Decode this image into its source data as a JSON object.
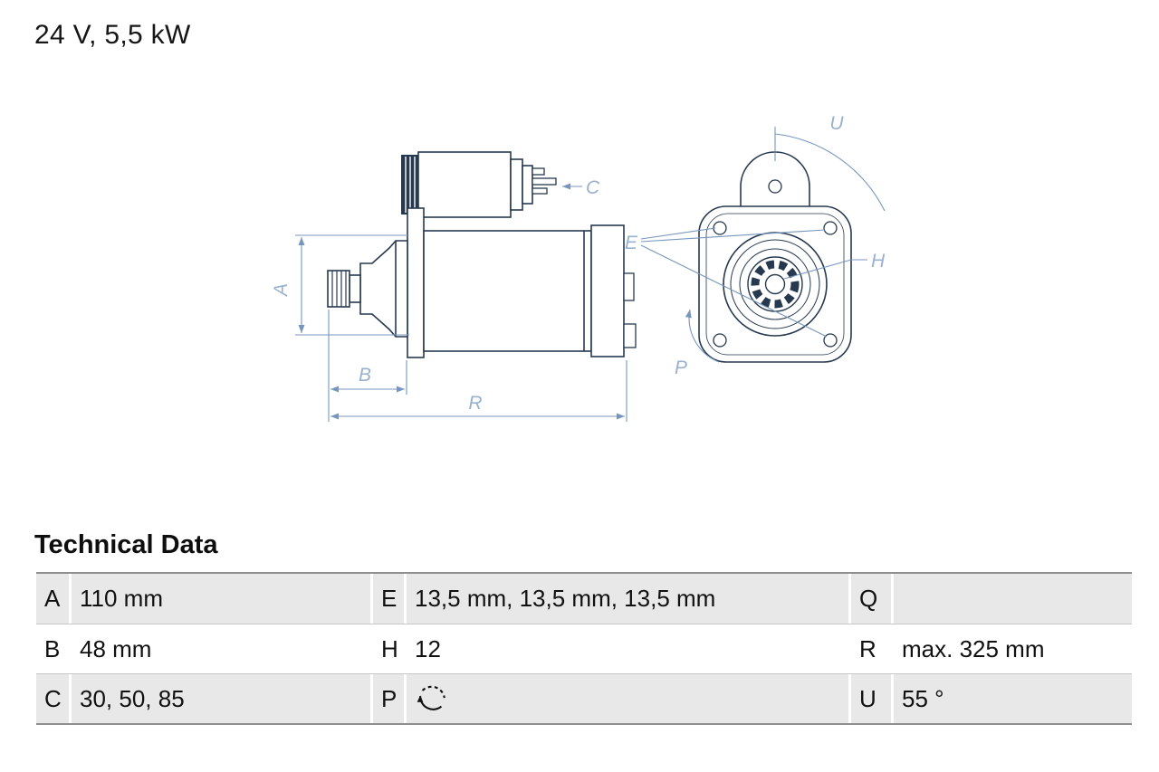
{
  "title": "24 V, 5,5 kW",
  "section": {
    "heading": "Technical Data"
  },
  "diagram": {
    "labels": {
      "A": "A",
      "B": "B",
      "C": "C",
      "E": "E",
      "H": "H",
      "P": "P",
      "R": "R",
      "U": "U"
    }
  },
  "table": {
    "rows": [
      {
        "k1": "A",
        "v1": "110 mm",
        "k2": "E",
        "v2": "13,5 mm, 13,5 mm, 13,5 mm",
        "k3": "Q",
        "v3": ""
      },
      {
        "k1": "B",
        "v1": "48 mm",
        "k2": "H",
        "v2": "12",
        "k3": "R",
        "v3": "max. 325 mm"
      },
      {
        "k1": "C",
        "v1": "30, 50, 85",
        "k2": "P",
        "v2": "",
        "k3": "U",
        "v3": "55 °"
      }
    ]
  },
  "icons": {
    "rotation_direction_icon": "↺"
  },
  "colors": {
    "drawing_line": "#26394F",
    "dimension_line": "#7796BD",
    "dimension_label": "#9AB1CE",
    "row_shade": "#E8E8E8",
    "text": "#111111"
  }
}
